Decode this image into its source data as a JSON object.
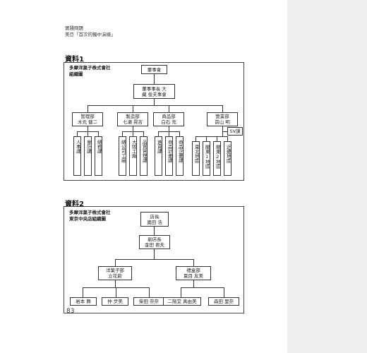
{
  "header": {
    "line1": "實踐問題",
    "line2": "美亞「首次的獨中演練」"
  },
  "doc1": {
    "label": "資料1",
    "company": "多摩洋菓子株式會社",
    "chart_name": "組織圖",
    "board": "董事會",
    "chairman": [
      "董事事長 大",
      "藏 俊夫事會"
    ],
    "departments": [
      {
        "name": "管理部",
        "head": "木元 健二",
        "sections": [
          "人事課",
          "會計課",
          "總務課"
        ]
      },
      {
        "name": "製造部",
        "head": "七瀨 晃吉",
        "sections": [
          "總公司工廠",
          "大阪工廠",
          "品質管理課"
        ]
      },
      {
        "name": "商品部",
        "head": "白石 充",
        "sections": [
          "進貨課",
          "商品計畫課",
          "商品企畫課"
        ]
      },
      {
        "name": "營業部",
        "head": "前山 明",
        "sections": [
          "東北地區",
          "關東1地區",
          "關東2地區",
          "近畿地區"
        ]
      }
    ],
    "sv_section": "SV課"
  },
  "doc2": {
    "label": "資料2",
    "company": "多摩洋菓子株式會社",
    "chart_name": "東京中央店組織圖",
    "manager": [
      "店長",
      "奧田 浩"
    ],
    "vice_manager": [
      "副店長",
      "金田 君夫"
    ],
    "sections": [
      {
        "name": "洋菓子部",
        "head": "立花蔚",
        "staff": [
          "岩本 舞",
          "仲 步美",
          "柴田 奈奈"
        ]
      },
      {
        "name": "禮盒部",
        "head": "夏目 友美",
        "staff": [
          "二階堂 真由美",
          "森田 里奈"
        ]
      }
    ]
  },
  "page_number": "83"
}
